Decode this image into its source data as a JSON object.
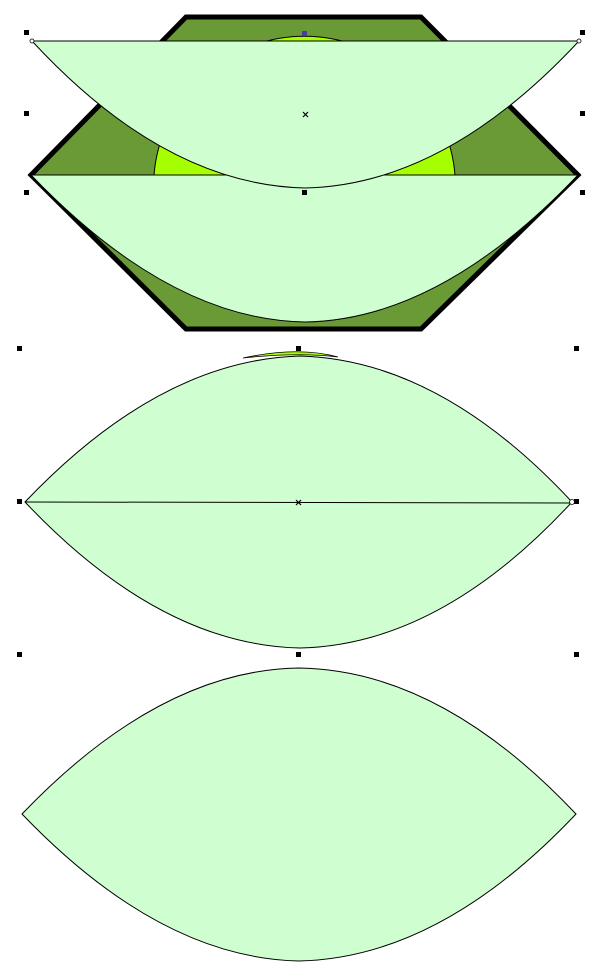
{
  "document": {
    "background": "#ffffff"
  },
  "colors": {
    "hexagon_fill": "#6a9a36",
    "hexagon_stroke": "#000000",
    "bright_arc_fill": "#a6ff00",
    "lens_fill": "#cfffd0",
    "outline": "#000000",
    "selection_handle": "#000000",
    "center_handle": "#4a3aa8"
  },
  "objects": [
    {
      "name": "green-hexagon",
      "kind": "polygon"
    },
    {
      "name": "bright-semicircle",
      "kind": "arc"
    },
    {
      "name": "upper-arc-shape",
      "kind": "arc",
      "selected": true
    },
    {
      "name": "lower-arc-shape",
      "kind": "arc",
      "selected": true
    },
    {
      "name": "middle-lens-shape",
      "kind": "lens",
      "selected": true
    },
    {
      "name": "bottom-lens-shape",
      "kind": "lens",
      "selected": false
    }
  ]
}
